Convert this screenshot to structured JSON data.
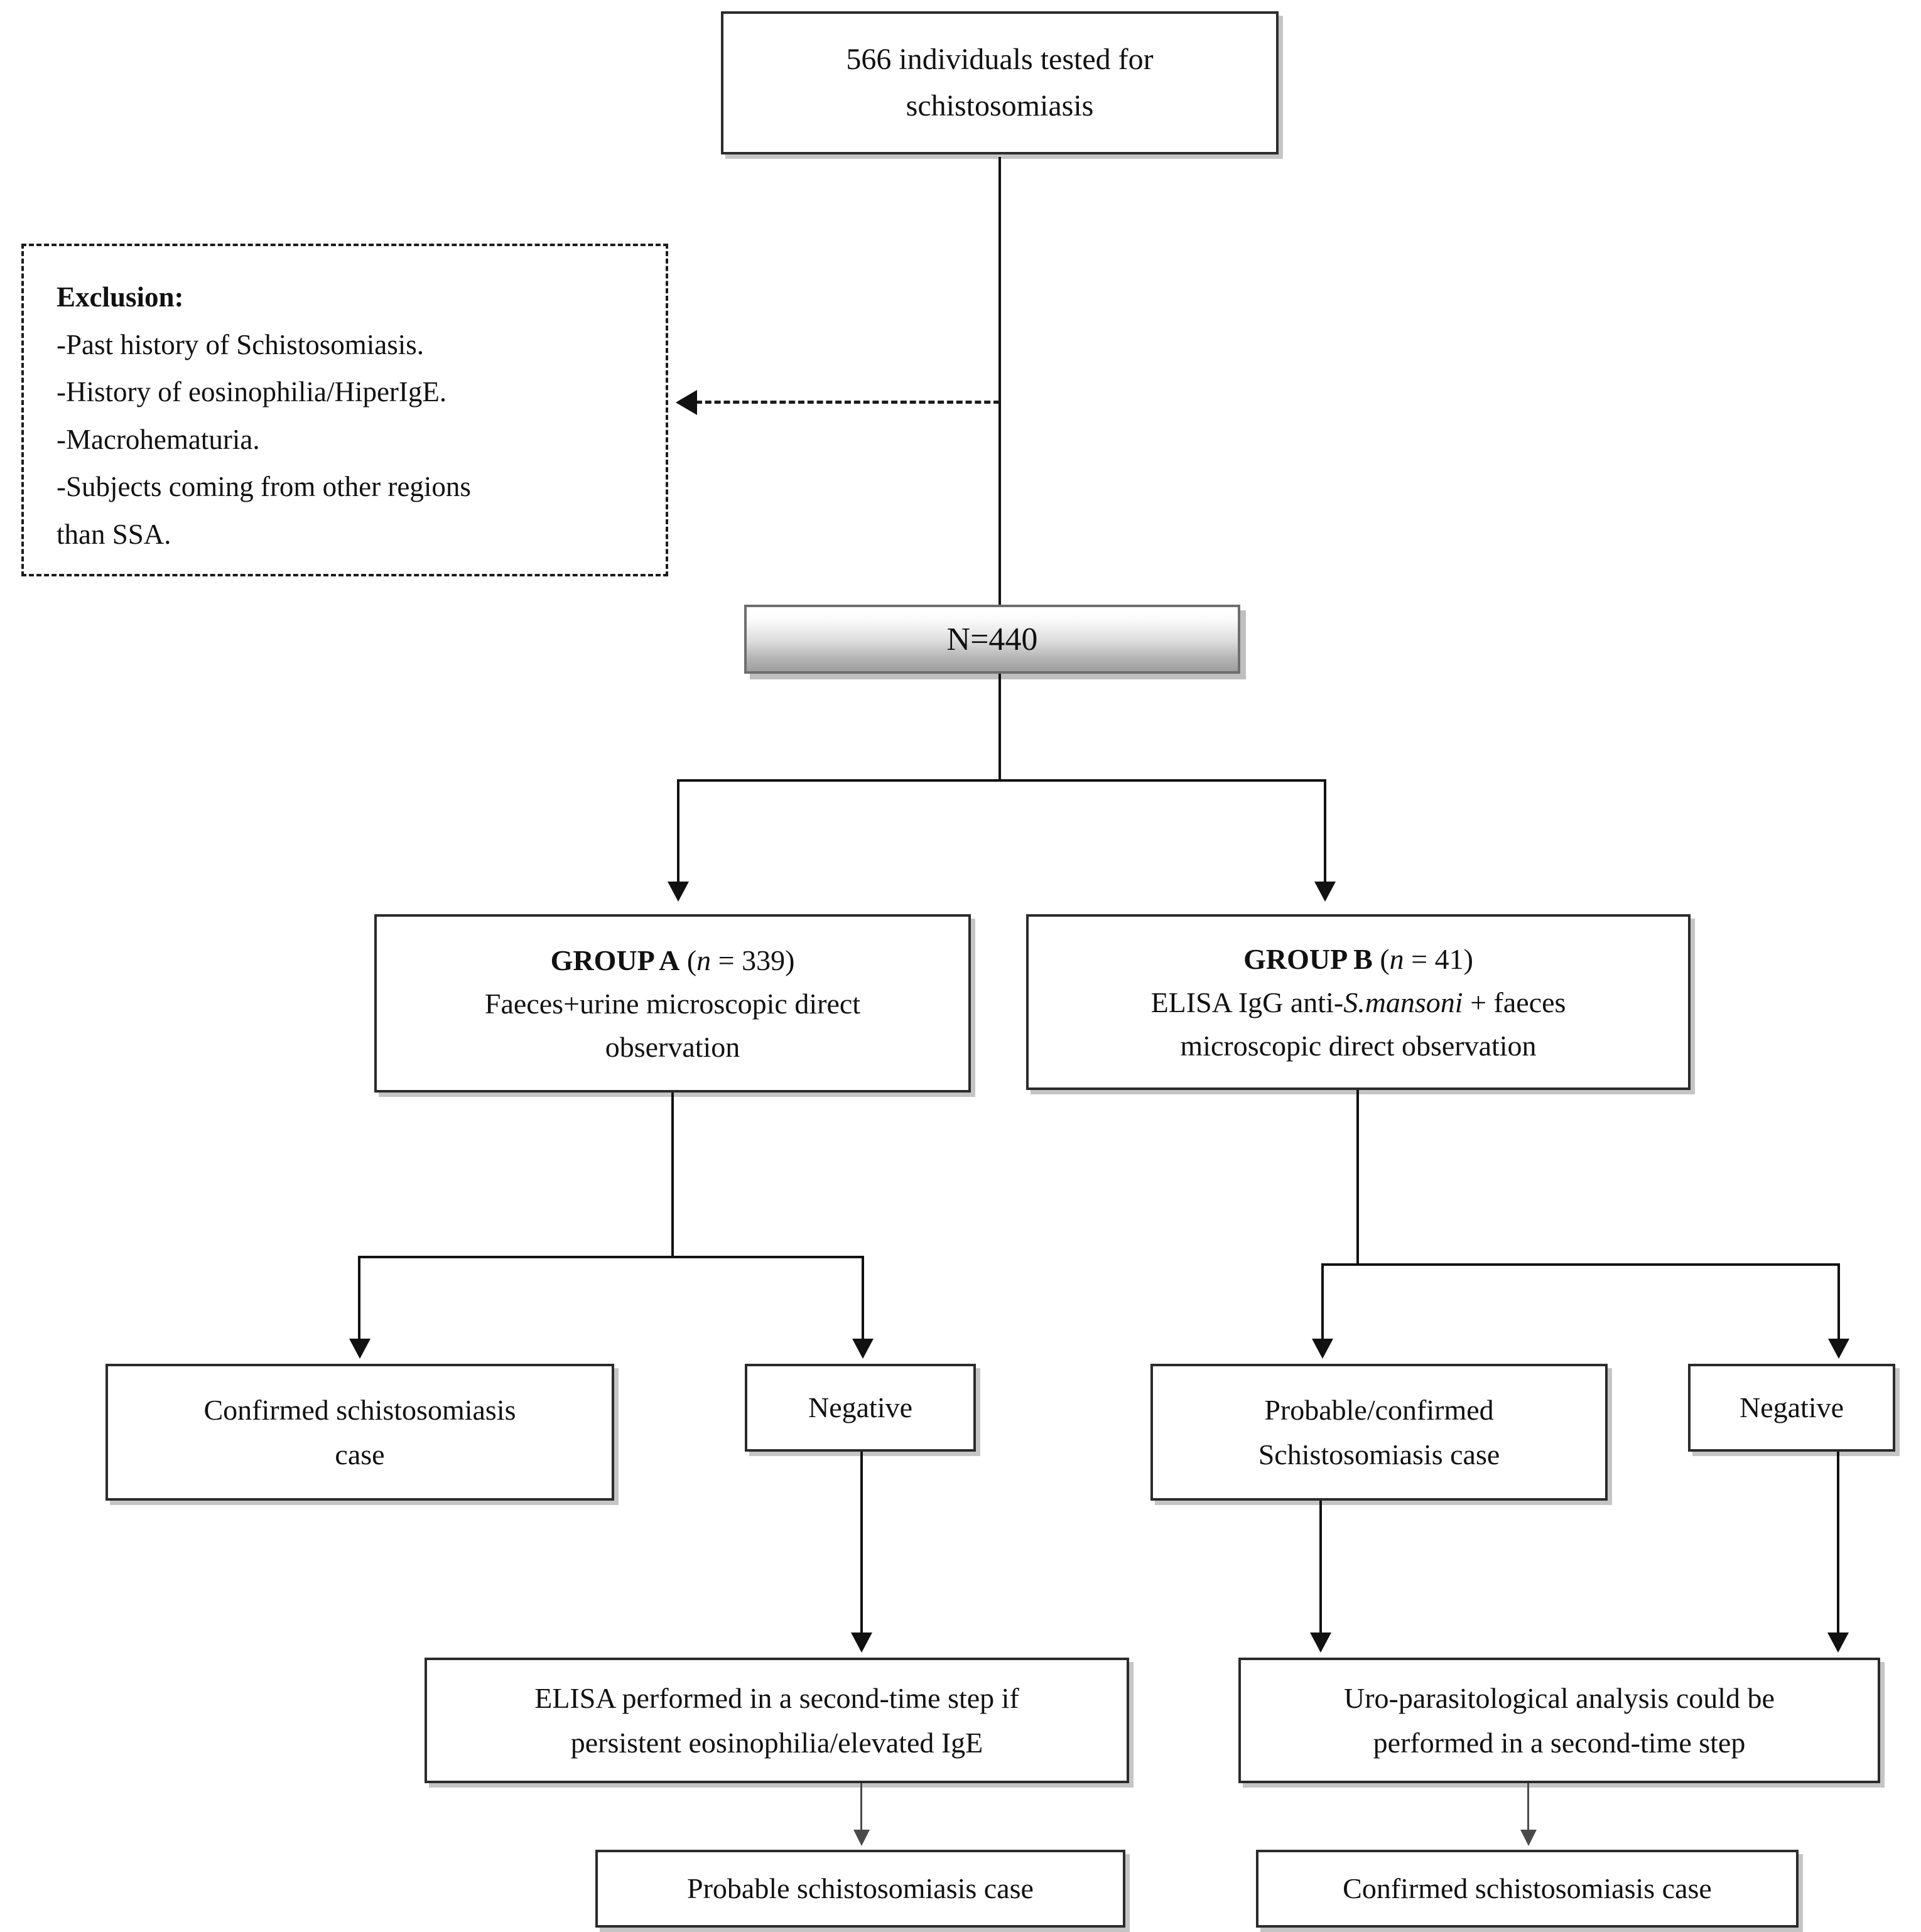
{
  "diagram": {
    "title": "Schistosomiasis screening study flow diagram",
    "top_box": {
      "line1": "566 individuals tested for",
      "line2": "schistosomiasis"
    },
    "exclusion": {
      "title": "Exclusion:",
      "items": [
        "-Past history of Schistosomiasis.",
        "-History of eosinophilia/HiperIgE.",
        "-Macrohematuria.",
        "-Subjects coming from other regions\nthan SSA."
      ]
    },
    "enrolled_box": {
      "label": "N=440"
    },
    "group_a": {
      "head_bold": "GROUP A",
      "head_paren_open": " (",
      "head_n": "n",
      "head_eq": " = 339)",
      "line2": "Faeces+urine microscopic direct",
      "line3": "observation"
    },
    "group_b": {
      "head_bold": "GROUP B",
      "head_paren_open": " (",
      "head_n": "n",
      "head_eq": " =  41)",
      "line2_pre": "ELISA IgG anti-",
      "line2_italic": "S.mansoni",
      "line2_post": " + faeces",
      "line3": "microscopic direct observation"
    },
    "results": {
      "confirmed_a_line1": "Confirmed schistosomiasis",
      "confirmed_a_line2": "case",
      "negative_a": "Negative",
      "probable_b_line1": "Probable/confirmed",
      "probable_b_line2": "Schistosomiasis case",
      "negative_b": "Negative"
    },
    "second_step": {
      "elisa_line1": "ELISA performed in a second-time step if",
      "elisa_line2": "persistent eosinophilia/elevated IgE",
      "uro_line1": "Uro-parasitological analysis could be",
      "uro_line2": "performed in a second-time step"
    },
    "final": {
      "probable_case": "Probable schistosomiasis case",
      "confirmed_case": "Confirmed schistosomiasis case"
    },
    "colors": {
      "box_border": "#2b2b2b",
      "shadow": "#9a9a9a",
      "line": "#111111",
      "gradient_top": "#ffffff",
      "gradient_bottom": "#9e9e9e",
      "text": "#111111"
    }
  }
}
